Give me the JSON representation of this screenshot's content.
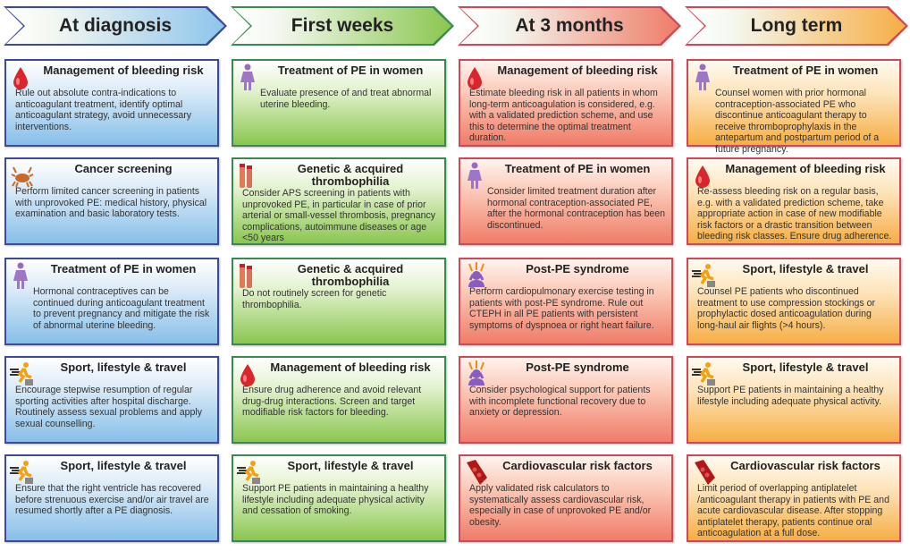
{
  "columns": [
    {
      "header": "At diagnosis",
      "colors": {
        "border": "#3b4a9c",
        "fill": "#8ec5ec"
      },
      "cards": [
        {
          "icon": "blood-drop-icon",
          "title": "Management of bleeding risk",
          "body": "Rule out absolute contra-indications to anticoagulant treatment, identify optimal anticoagulant strategy, avoid unnecessary interventions."
        },
        {
          "icon": "crab-icon",
          "title": "Cancer screening",
          "body": "Perform limited cancer screening in patients with unprovoked PE: medical history, physical examination and basic laboratory tests."
        },
        {
          "icon": "woman-icon",
          "title": "Treatment of PE in women",
          "body": "Hormonal contraceptives can be continued during anticoagulant treatment to prevent pregnancy and mitigate the risk of abnormal uterine bleeding."
        },
        {
          "icon": "runner-icon",
          "title": "Sport, lifestyle & travel",
          "body": "Encourage stepwise resumption of regular sporting activities after hospital discharge. Routinely assess sexual problems and apply sexual counselling."
        },
        {
          "icon": "runner-icon",
          "title": "Sport, lifestyle & travel",
          "body": "Ensure that the right ventricle has recovered before strenuous exercise and/or air travel are resumed shortly after a PE diagnosis."
        }
      ]
    },
    {
      "header": "First weeks",
      "colors": {
        "border": "#3a8a50",
        "fill": "#8ac64f"
      },
      "cards": [
        {
          "icon": "woman-icon",
          "title": "Treatment of PE in women",
          "body": "Evaluate presence of and treat abnormal uterine bleeding."
        },
        {
          "icon": "test-tubes-icon",
          "title": "Genetic & acquired thrombophilia",
          "body": "Consider APS screening in patients with unprovoked PE, in particular in case of prior arterial or small-vessel thrombosis, pregnancy complications, autoimmune diseases or age <50 years"
        },
        {
          "icon": "test-tubes-icon",
          "title": "Genetic & acquired thrombophilia",
          "body": "Do not routinely screen for genetic thrombophilia."
        },
        {
          "icon": "blood-drop-icon",
          "title": "Management of bleeding risk",
          "body": "Ensure drug adherence and avoid relevant drug-drug interactions. Screen and target modifiable risk factors for bleeding."
        },
        {
          "icon": "runner-icon",
          "title": "Sport, lifestyle & travel",
          "body": "Support PE patients in maintaining a healthy lifestyle including adequate physical activity and cessation of smoking."
        }
      ]
    },
    {
      "header": "At 3 months",
      "colors": {
        "border": "#d24756",
        "fill": "#ef7c68"
      },
      "cards": [
        {
          "icon": "blood-drop-icon",
          "title": "Management of bleeding risk",
          "body": "Estimate bleeding risk in all patients in whom long-term anticoagulation is considered, e.g. with a validated prediction scheme, and use this to determine the optimal treatment duration."
        },
        {
          "icon": "woman-icon",
          "title": "Treatment of PE in women",
          "body": "Consider limited treatment duration after hormonal contraception-associated PE, after the hormonal contraception has been discontinued."
        },
        {
          "icon": "distressed-person-icon",
          "title": "Post-PE syndrome",
          "body": "Perform cardiopulmonary exercise testing in patients with post-PE syndrome. Rule out CTEPH in all PE patients with persistent symptoms of dyspnoea or right heart failure."
        },
        {
          "icon": "distressed-person-icon",
          "title": "Post-PE syndrome",
          "body": "Consider psychological support for patients with incomplete functional recovery due to anxiety or depression."
        },
        {
          "icon": "blood-vessel-icon",
          "title": "Cardiovascular risk factors",
          "body": "Apply validated risk calculators to systematically assess cardiovascular risk, especially in case of unprovoked PE and/or obesity."
        }
      ]
    },
    {
      "header": "Long term",
      "colors": {
        "border": "#d24756",
        "fill": "#f6ae45"
      },
      "cards": [
        {
          "icon": "woman-icon",
          "title": "Treatment of PE in women",
          "body": "Counsel women with prior hormonal contraception-associated PE who discontinue anticoagulant therapy to receive thromboprophylaxis in the antepartum and postpartum period of a future pregnancy."
        },
        {
          "icon": "blood-drop-icon",
          "title": "Management of bleeding risk",
          "body": "Re-assess bleeding risk on a regular basis, e.g. with a validated prediction scheme, take appropriate action in case of new modifiable risk factors or a drastic transition between bleeding risk classes. Ensure drug adherence."
        },
        {
          "icon": "runner-icon",
          "title": "Sport, lifestyle & travel",
          "body": "Counsel PE patients who discontinued treatment to use compression stockings or prophylactic dosed anticoagulation during long-haul air flights (>4 hours)."
        },
        {
          "icon": "runner-icon",
          "title": "Sport, lifestyle & travel",
          "body": "Support PE patients in maintaining a healthy lifestyle including adequate physical activity."
        },
        {
          "icon": "blood-vessel-icon",
          "title": "Cardiovascular risk factors",
          "body": "Limit period of overlapping antiplatelet /anticoagulant therapy in patients with PE and acute cardiovascular disease. After stopping antiplatelet therapy, patients continue oral anticoagulation at a full dose."
        }
      ]
    }
  ]
}
